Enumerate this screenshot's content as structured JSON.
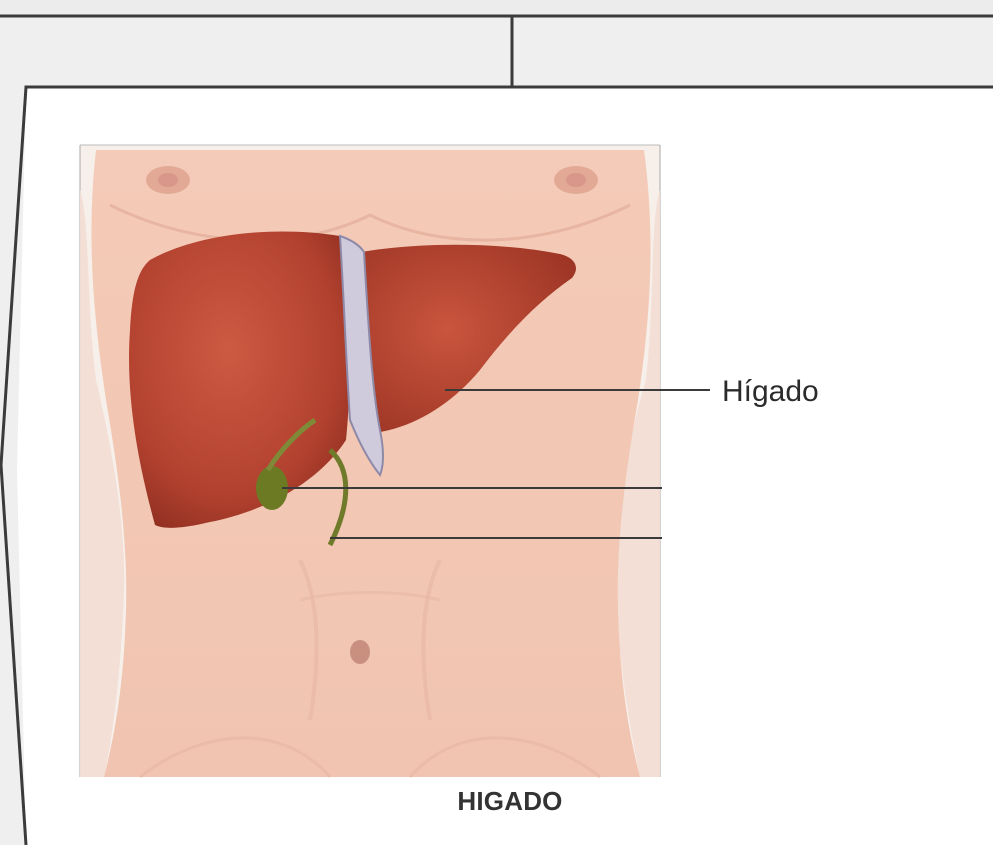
{
  "diagram": {
    "labels": [
      {
        "id": "liver",
        "text": "Hígado"
      }
    ],
    "caption": "HIGADO"
  },
  "colors": {
    "background": "#efefef",
    "sheet": "#ffffff",
    "skin": "#f0c6b2",
    "liver": "#b2412f",
    "ligament": "#c9c7d6",
    "gallbladder": "#7d8a2e",
    "leader_line": "#3a3a3a"
  }
}
